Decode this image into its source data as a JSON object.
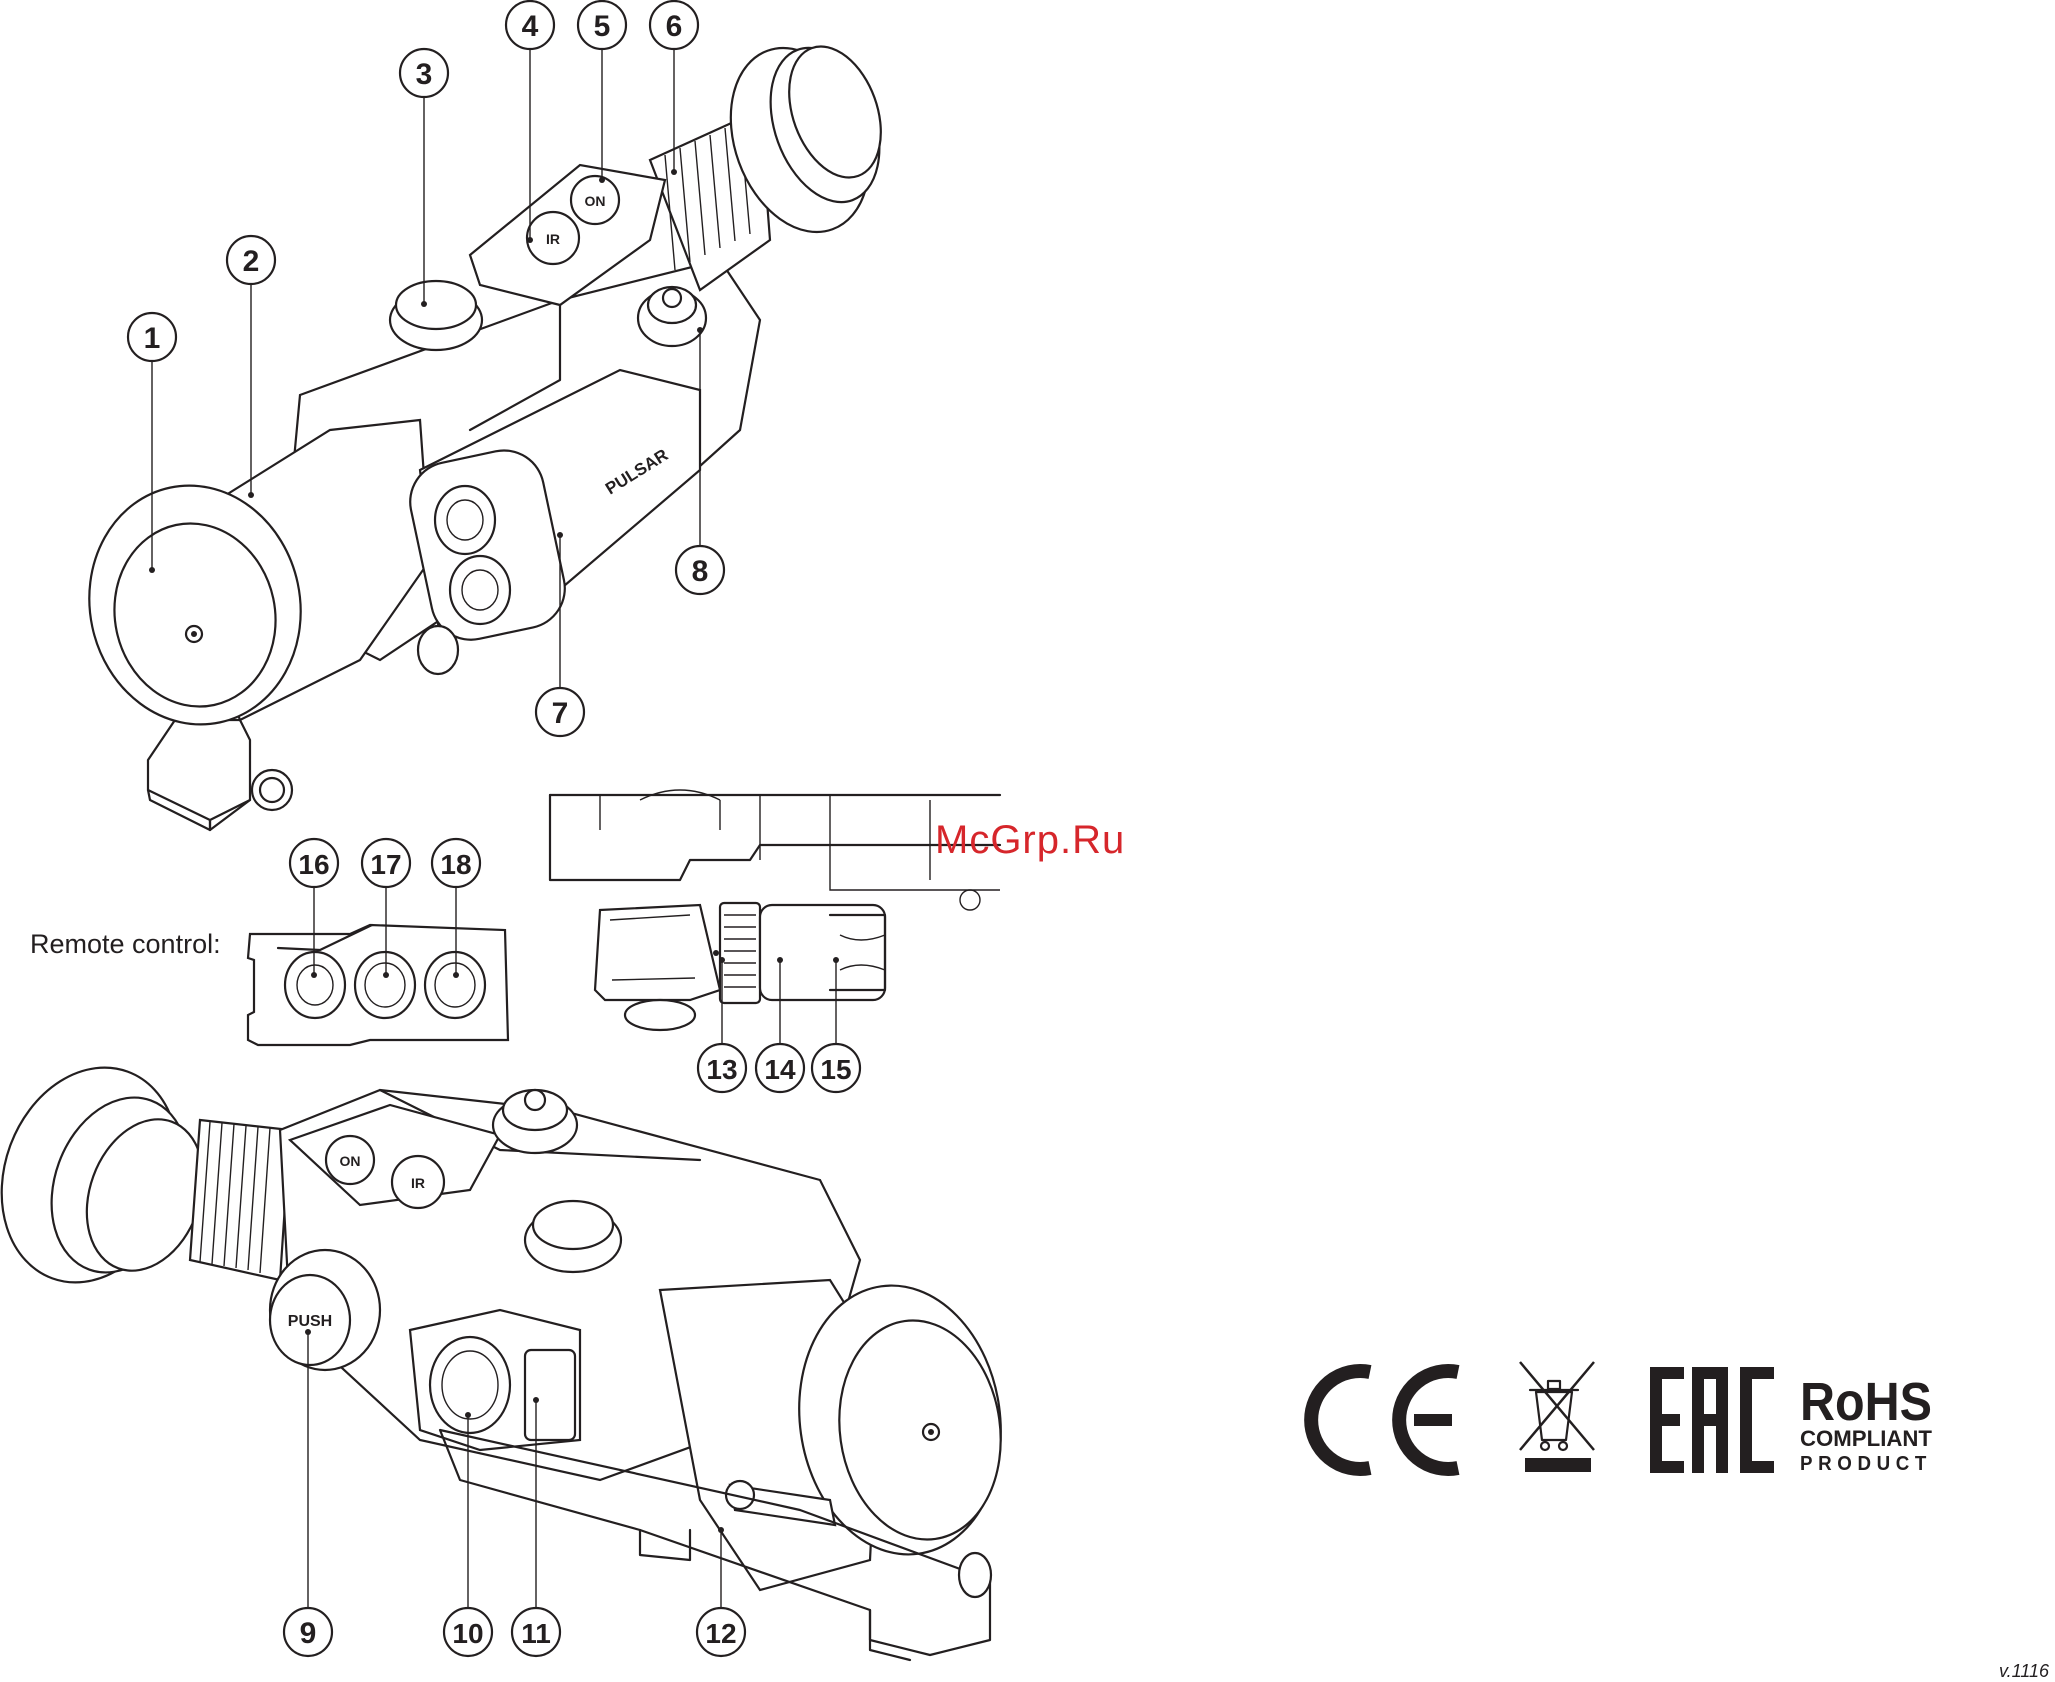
{
  "callouts": [
    {
      "num": "1"
    },
    {
      "num": "2"
    },
    {
      "num": "3"
    },
    {
      "num": "4"
    },
    {
      "num": "5"
    },
    {
      "num": "6"
    },
    {
      "num": "7"
    },
    {
      "num": "8"
    },
    {
      "num": "9"
    },
    {
      "num": "10"
    },
    {
      "num": "11"
    },
    {
      "num": "12"
    },
    {
      "num": "13"
    },
    {
      "num": "14"
    },
    {
      "num": "15"
    },
    {
      "num": "16"
    },
    {
      "num": "17"
    },
    {
      "num": "18"
    }
  ],
  "remote_label": "Remote control:",
  "brand_text": "PULSAR",
  "button_labels": {
    "on": "ON",
    "ir": "IR",
    "push": "PUSH"
  },
  "watermark": "McGrp.Ru",
  "version": "v.1116",
  "marks": {
    "ce": "CE",
    "weee": "weee-crossed-bin-icon",
    "eac": "EAC",
    "rohs": {
      "line1": "RoHS",
      "line2": "COMPLIANT",
      "line3": "PRODUCT"
    }
  },
  "colors": {
    "ink": "#231f20",
    "watermark": "#d6262b",
    "background": "#ffffff"
  }
}
